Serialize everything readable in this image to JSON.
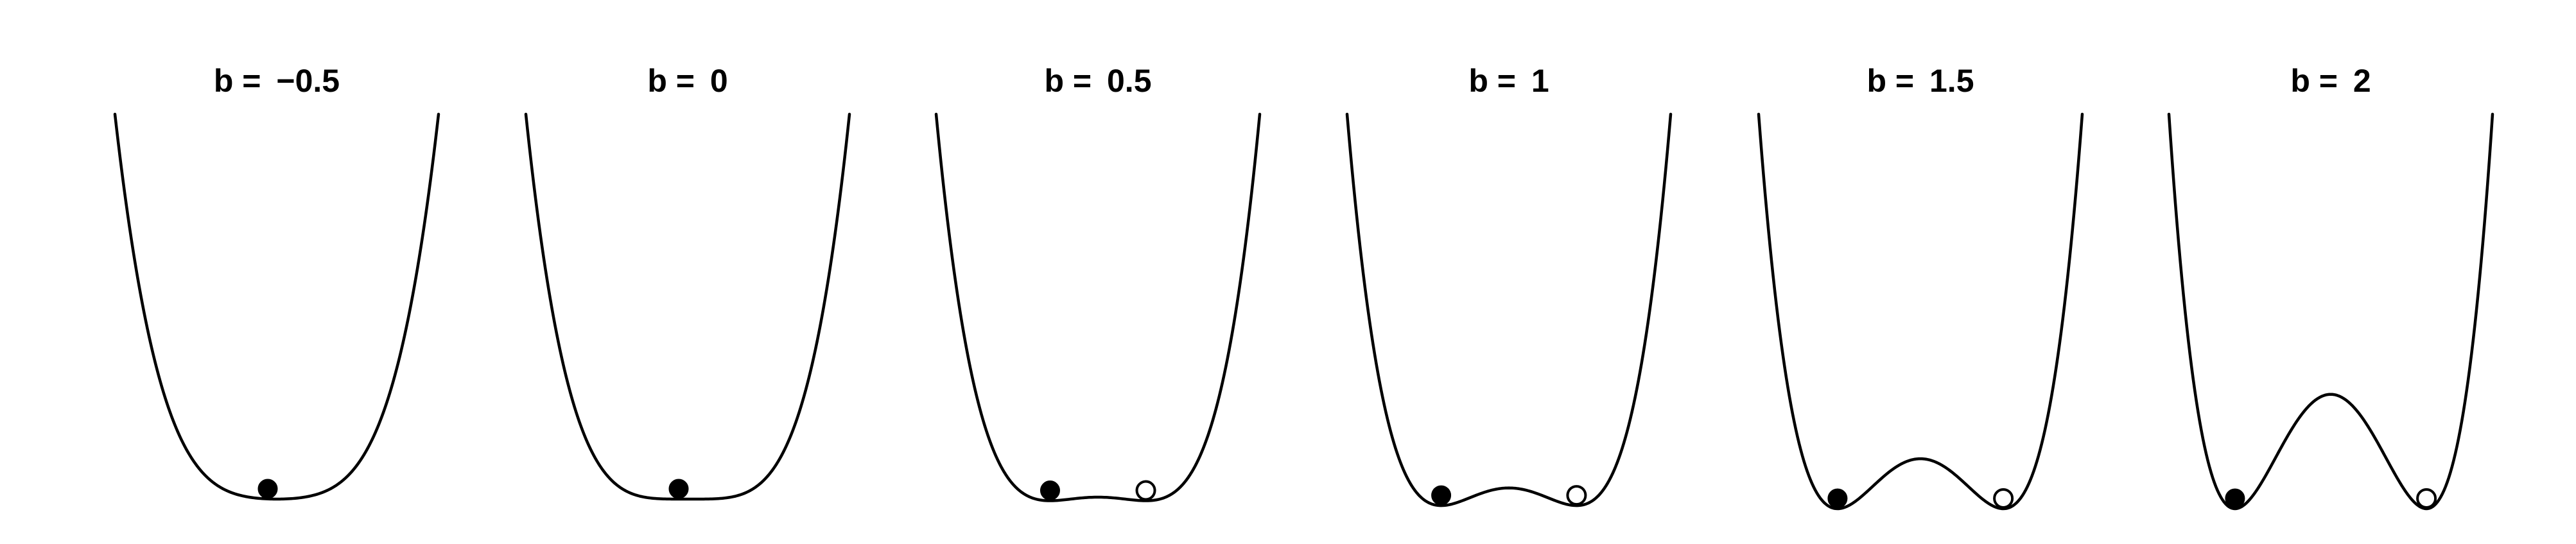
{
  "figure": {
    "background_color": "#ffffff",
    "line_color": "#000000"
  },
  "panels": [
    {
      "title_prefix": "b = ",
      "b_label": "−0.5",
      "b": -0.5,
      "filled_ball": true,
      "open_ball": false
    },
    {
      "title_prefix": "b = ",
      "b_label": "0",
      "b": 0,
      "filled_ball": true,
      "open_ball": false
    },
    {
      "title_prefix": "b = ",
      "b_label": "0.5",
      "b": 0.5,
      "filled_ball": true,
      "open_ball": true
    },
    {
      "title_prefix": "b = ",
      "b_label": "1",
      "b": 1,
      "filled_ball": true,
      "open_ball": true
    },
    {
      "title_prefix": "b = ",
      "b_label": "1.5",
      "b": 1.5,
      "filled_ball": true,
      "open_ball": true
    },
    {
      "title_prefix": "b = ",
      "b_label": "2",
      "b": 2,
      "filled_ball": true,
      "open_ball": true
    }
  ]
}
